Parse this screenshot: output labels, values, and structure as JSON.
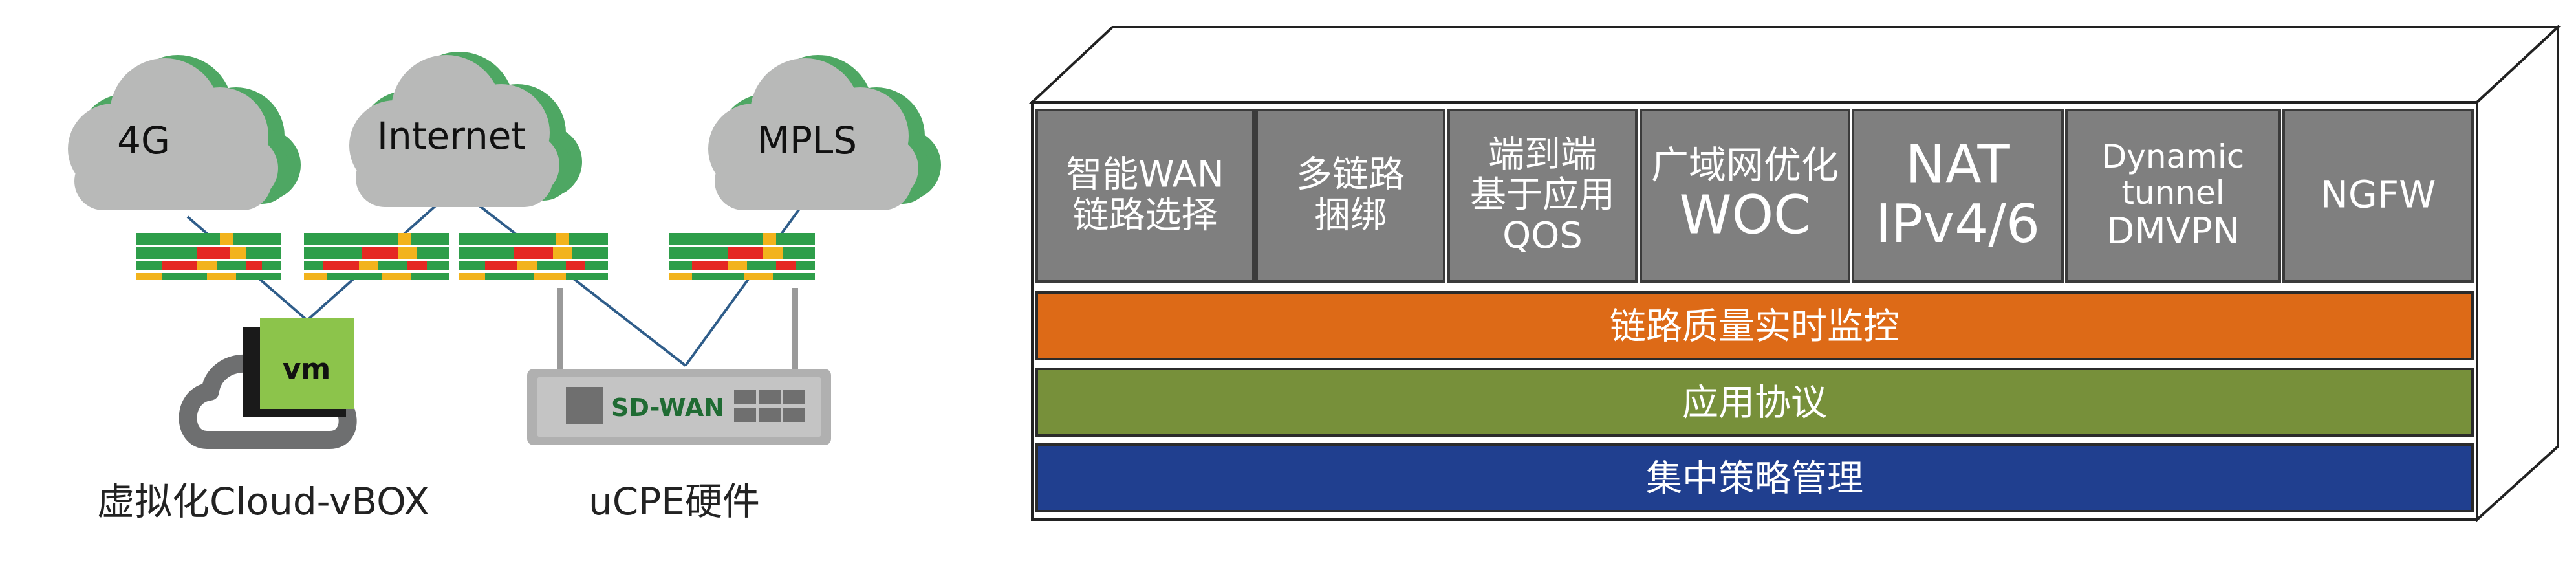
{
  "left": {
    "clouds": [
      {
        "label": "4G"
      },
      {
        "label": "Internet"
      },
      {
        "label": "MPLS"
      }
    ],
    "vbox": {
      "chip_label": "vm",
      "caption": "虚拟化Cloud-vBOX"
    },
    "ucpe": {
      "device_label": "SD-WAN",
      "caption": "uCPE硬件"
    }
  },
  "stack": {
    "modules": [
      {
        "lines": [
          "智能WAN",
          "链路选择"
        ]
      },
      {
        "lines": [
          "多链路",
          "捆绑"
        ]
      },
      {
        "lines": [
          "端到端",
          "基于应用",
          "QOS"
        ]
      },
      {
        "lines": [
          "广域网优化",
          "WOC"
        ]
      },
      {
        "lines": [
          "NAT",
          "IPv4/6"
        ]
      },
      {
        "lines": [
          "Dynamic",
          "tunnel",
          "DMVPN"
        ]
      },
      {
        "lines": [
          "NGFW"
        ]
      }
    ],
    "bars": [
      {
        "label": "链路质量实时监控",
        "color": "#dd6a17"
      },
      {
        "label": "应用协议",
        "color": "#77903a"
      },
      {
        "label": "集中策略管理",
        "color": "#203f8f"
      }
    ]
  },
  "colors": {
    "cloud_gray": "#b8b9b8",
    "cloud_green": "#4ea763",
    "module_gray": "#7f7f7f",
    "link_line": "#2f5d8a",
    "vm_green": "#8cc44b"
  }
}
